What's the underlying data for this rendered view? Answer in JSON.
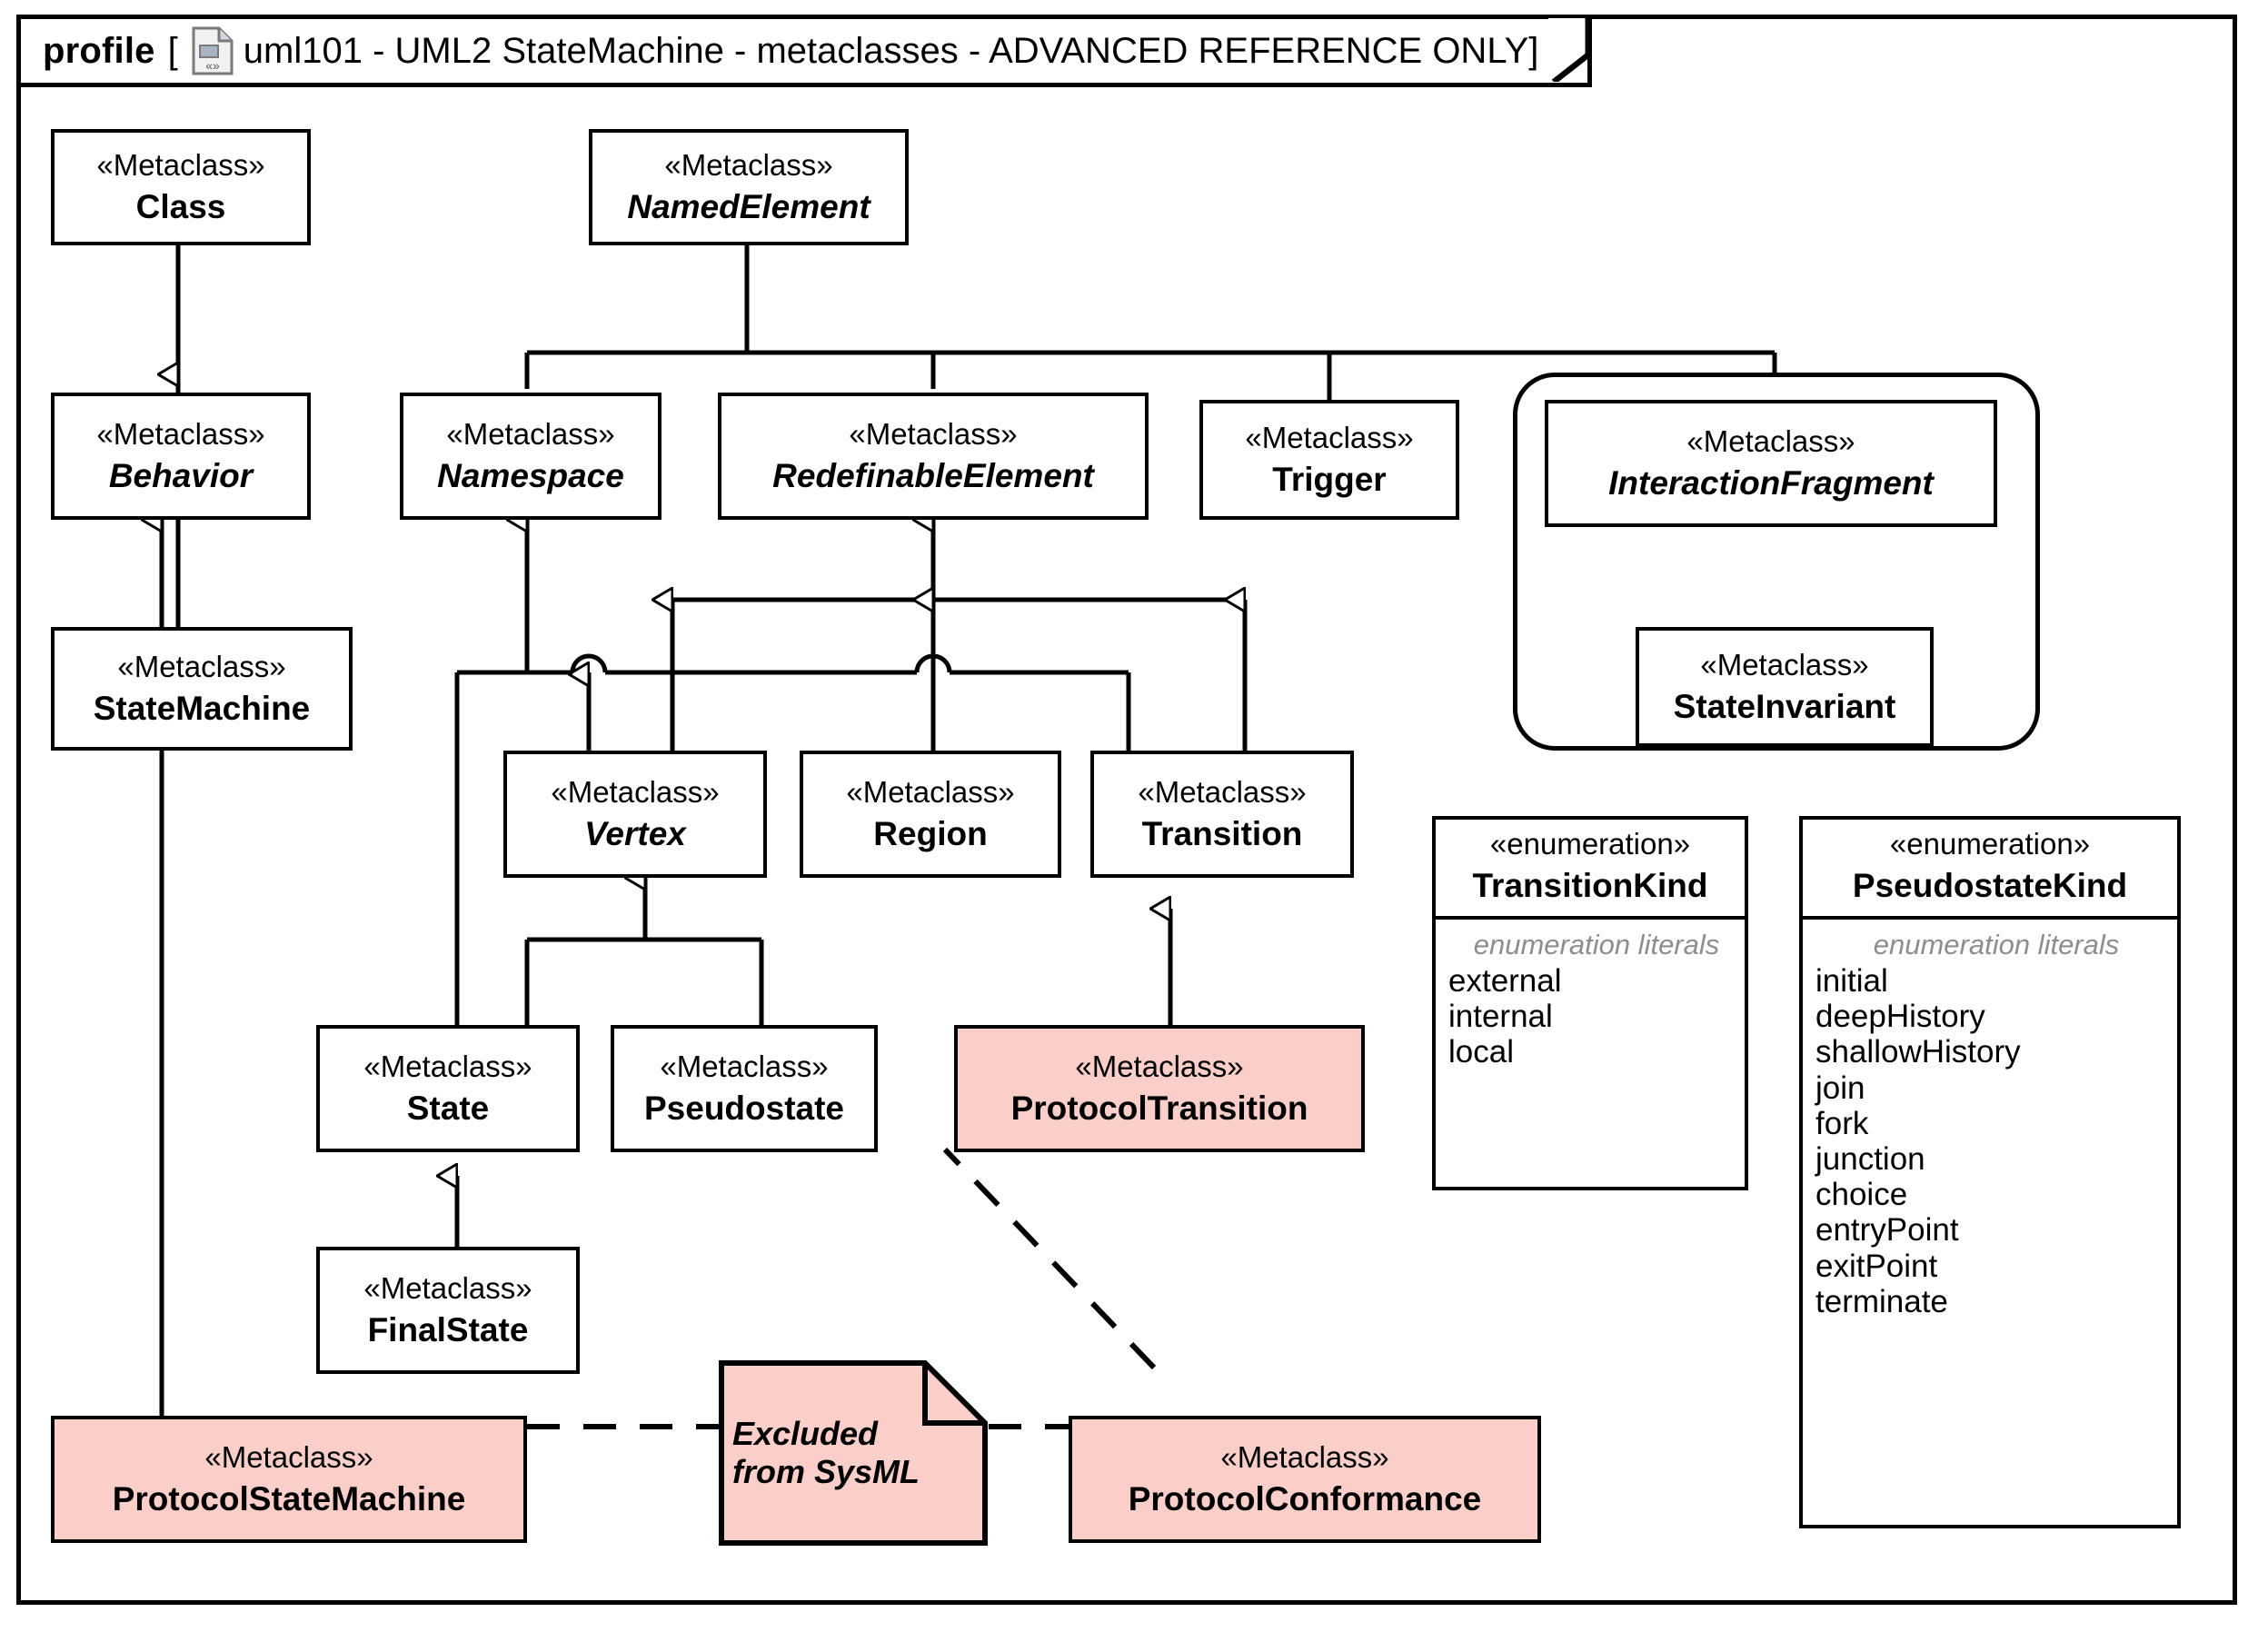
{
  "frame": {
    "kind": "profile",
    "bracket_open": "[",
    "bracket_close": "]",
    "icon": "profile-document-icon",
    "title": "uml101 - UML2 StateMachine - metaclasses - ADVANCED REFERENCE ONLY"
  },
  "stereotype_metaclass": "«Metaclass»",
  "stereotype_enumeration": "«enumeration»",
  "colors": {
    "highlight_fill": "#fbcfc9",
    "plain_fill": "#ffffff",
    "line": "#000000",
    "literals_label": "#8d8d8d"
  },
  "nodes": [
    {
      "id": "class",
      "stereotype": "«Metaclass»",
      "name": "Class",
      "abstract": false,
      "highlight": false
    },
    {
      "id": "named_element",
      "stereotype": "«Metaclass»",
      "name": "NamedElement",
      "abstract": true,
      "highlight": false
    },
    {
      "id": "behavior",
      "stereotype": "«Metaclass»",
      "name": "Behavior",
      "abstract": true,
      "highlight": false
    },
    {
      "id": "namespace",
      "stereotype": "«Metaclass»",
      "name": "Namespace",
      "abstract": true,
      "highlight": false
    },
    {
      "id": "redefinable_element",
      "stereotype": "«Metaclass»",
      "name": "RedefinableElement",
      "abstract": true,
      "highlight": false
    },
    {
      "id": "trigger",
      "stereotype": "«Metaclass»",
      "name": "Trigger",
      "abstract": false,
      "highlight": false
    },
    {
      "id": "interaction_fragment",
      "stereotype": "«Metaclass»",
      "name": "InteractionFragment",
      "abstract": true,
      "highlight": false
    },
    {
      "id": "state_machine",
      "stereotype": "«Metaclass»",
      "name": "StateMachine",
      "abstract": false,
      "highlight": false
    },
    {
      "id": "state_invariant",
      "stereotype": "«Metaclass»",
      "name": "StateInvariant",
      "abstract": false,
      "highlight": false
    },
    {
      "id": "vertex",
      "stereotype": "«Metaclass»",
      "name": "Vertex",
      "abstract": true,
      "highlight": false
    },
    {
      "id": "region",
      "stereotype": "«Metaclass»",
      "name": "Region",
      "abstract": false,
      "highlight": false
    },
    {
      "id": "transition",
      "stereotype": "«Metaclass»",
      "name": "Transition",
      "abstract": false,
      "highlight": false
    },
    {
      "id": "state",
      "stereotype": "«Metaclass»",
      "name": "State",
      "abstract": false,
      "highlight": false
    },
    {
      "id": "pseudostate",
      "stereotype": "«Metaclass»",
      "name": "Pseudostate",
      "abstract": false,
      "highlight": false
    },
    {
      "id": "protocol_transition",
      "stereotype": "«Metaclass»",
      "name": "ProtocolTransition",
      "abstract": false,
      "highlight": true
    },
    {
      "id": "final_state",
      "stereotype": "«Metaclass»",
      "name": "FinalState",
      "abstract": false,
      "highlight": false
    },
    {
      "id": "protocol_state_machine",
      "stereotype": "«Metaclass»",
      "name": "ProtocolStateMachine",
      "abstract": false,
      "highlight": true
    },
    {
      "id": "protocol_conformance",
      "stereotype": "«Metaclass»",
      "name": "ProtocolConformance",
      "abstract": false,
      "highlight": true
    }
  ],
  "note": {
    "line1": "Excluded",
    "line2": "from SysML"
  },
  "enumerations": [
    {
      "id": "transition_kind",
      "stereotype": "«enumeration»",
      "name": "TransitionKind",
      "compartment_label": "enumeration literals",
      "literals": [
        "external",
        "internal",
        "local"
      ]
    },
    {
      "id": "pseudostate_kind",
      "stereotype": "«enumeration»",
      "name": "PseudostateKind",
      "compartment_label": "enumeration literals",
      "literals": [
        "initial",
        "deepHistory",
        "shallowHistory",
        "join",
        "fork",
        "junction",
        "choice",
        "entryPoint",
        "exitPoint",
        "terminate"
      ]
    }
  ],
  "generalizations": [
    {
      "from": "behavior",
      "to": "class"
    },
    {
      "from": "state_machine",
      "to": "behavior"
    },
    {
      "from": "protocol_state_machine",
      "to": "state_machine"
    },
    {
      "from": "namespace",
      "to": "named_element"
    },
    {
      "from": "redefinable_element",
      "to": "named_element"
    },
    {
      "from": "trigger",
      "to": "named_element"
    },
    {
      "from": "interaction_fragment",
      "to": "named_element"
    },
    {
      "from": "state_invariant",
      "to": "interaction_fragment"
    },
    {
      "from": "vertex",
      "to": "namespace"
    },
    {
      "from": "state",
      "to": "namespace"
    },
    {
      "from": "vertex",
      "to": "redefinable_element"
    },
    {
      "from": "region",
      "to": "redefinable_element"
    },
    {
      "from": "transition",
      "to": "redefinable_element"
    },
    {
      "from": "state",
      "to": "vertex"
    },
    {
      "from": "pseudostate",
      "to": "vertex"
    },
    {
      "from": "final_state",
      "to": "state"
    },
    {
      "from": "protocol_transition",
      "to": "transition"
    }
  ],
  "note_links": [
    {
      "from": "protocol_transition",
      "to": "note"
    },
    {
      "from": "protocol_state_machine",
      "to": "note"
    },
    {
      "from": "protocol_conformance",
      "to": "note"
    }
  ]
}
